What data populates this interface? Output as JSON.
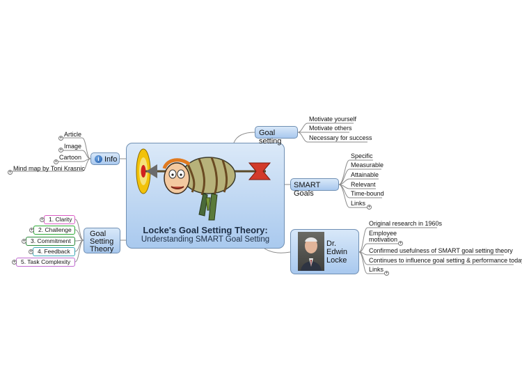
{
  "central": {
    "title": "Locke's Goal Setting Theory:",
    "subtitle": "Understanding SMART Goal Setting"
  },
  "goal_setting": {
    "label": "Goal setting",
    "items": [
      "Motivate yourself",
      "Motivate others",
      "Necessary for success"
    ]
  },
  "smart_goals": {
    "label": "SMART Goals",
    "items": [
      "Specific",
      "Measurable",
      "Attainable",
      "Relevant",
      "Time-bound",
      "Links"
    ]
  },
  "edwin": {
    "label_line1": "Dr.",
    "label_line2": "Edwin",
    "label_line3": "Locke",
    "items": [
      "Original research in 1960s",
      "Employee",
      "motivation",
      "Confirmed usefulness of SMART goal setting theory",
      "Continues to influence goal setting & performance today",
      "Links"
    ]
  },
  "info": {
    "label": "Info",
    "icon_text": "i",
    "items": [
      "Article",
      "Image",
      "Cartoon",
      "Mind map by Toni Krasnic"
    ]
  },
  "gst": {
    "label_line1": "Goal",
    "label_line2": "Setting",
    "label_line3": "Theory",
    "items": [
      "1. Clarity",
      "2. Challenge",
      "3. Commitment",
      "4. Feedback",
      "5. Task Complexity"
    ]
  },
  "colors": {
    "node_border": "#6f8fb3",
    "clarity": "#d95bc4",
    "challenge": "#2aa832",
    "commitment": "#2a8a3a",
    "feedback": "#3aa7b8",
    "complexity": "#c06ad0"
  },
  "icons": {
    "expand": "plus-circle-icon",
    "info": "info-icon",
    "cartoon": "cartoon-illustration",
    "photo": "portrait-photo"
  }
}
